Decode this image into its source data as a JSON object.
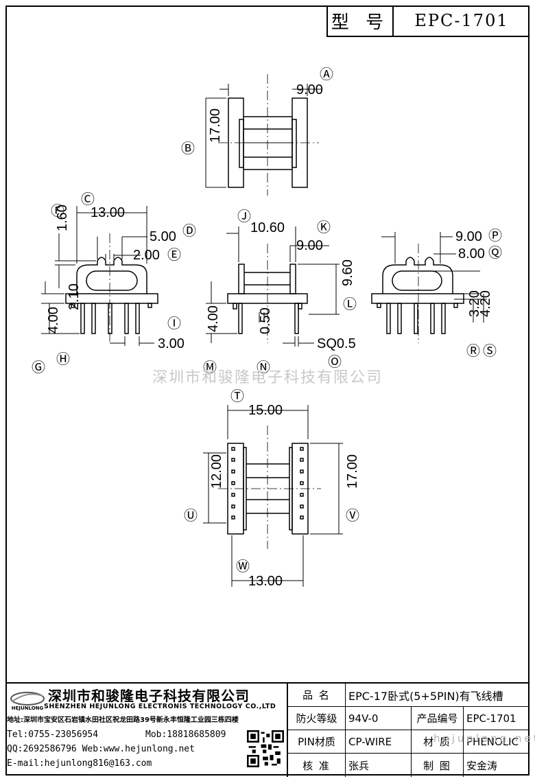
{
  "model": {
    "label": "型 号",
    "value": "EPC-1701"
  },
  "watermark": "深圳市和骏隆电子科技有限公司",
  "dimensions": {
    "top_view": {
      "width": "9.00",
      "height": "17.00",
      "mark_width": "Ⓐ",
      "mark_height": "Ⓑ"
    },
    "left_view": {
      "d1": "13.00",
      "d2": "1.60",
      "d3": "5.00",
      "d4": "2.00",
      "d5": "2.10",
      "d6": "4.00",
      "d7": "3.00",
      "m1": "Ⓒ",
      "m2": "Ⓕ",
      "m3": "Ⓓ",
      "m4": "Ⓔ",
      "m5": "Ⓗ",
      "m6": "Ⓖ",
      "m7": "Ⓘ"
    },
    "mid_view": {
      "d1": "10.60",
      "d2": "9.00",
      "d3": "9.60",
      "d4": "4.00",
      "d5": "0.50",
      "d6": "SQ0.5",
      "m1": "Ⓙ",
      "m2": "Ⓚ",
      "m3": "Ⓛ",
      "m4": "Ⓜ",
      "m5": "Ⓝ",
      "m6": "Ⓞ"
    },
    "right_view": {
      "d1": "9.00",
      "d2": "8.00",
      "d3": "3.20",
      "d4": "4.20",
      "m1": "Ⓟ",
      "m2": "Ⓠ",
      "m3": "Ⓡ",
      "m4": "Ⓢ"
    },
    "bottom_view": {
      "d1": "15.00",
      "d2": "12.00",
      "d3": "17.00",
      "d4": "13.00",
      "m1": "Ⓣ",
      "m2": "Ⓤ",
      "m3": "Ⓥ",
      "m4": "Ⓦ"
    }
  },
  "company": {
    "logo_text": "HEJUNLONG",
    "cn_name": "深圳市和骏隆电子科技有限公司",
    "en_name": "SHENZHEN HEJUNLONG ELECTRONIS TECHNOLOGY CO.,LTD",
    "address": "地址:深圳市宝安区石岩镇水田社区祝龙田路39号新永丰恒隆工业园三栋四楼",
    "tel": "Tel:0755-23056954",
    "mob": "Mob:18818685809",
    "qq_web": "QQ:2692586796 Web:www.hejunlong.net",
    "email": "E-mail:hejunlong816@163.com"
  },
  "title_block": {
    "product_name_label": "品 名",
    "product_name": "EPC-17卧式(5+5PIN)有飞线槽",
    "fire_label": "防火等级",
    "fire_value": "94V-0",
    "code_label": "产品编号",
    "code_value": "EPC-1701",
    "pin_label": "PIN材质",
    "pin_value": "CP-WIRE",
    "material_label": "材 质",
    "material_value": "PHENOLIC",
    "review_label": "核 准",
    "review_value": "张兵",
    "draw_label": "制 图",
    "draw_value": "安金涛",
    "web_watermark": "hejunlong.net"
  }
}
